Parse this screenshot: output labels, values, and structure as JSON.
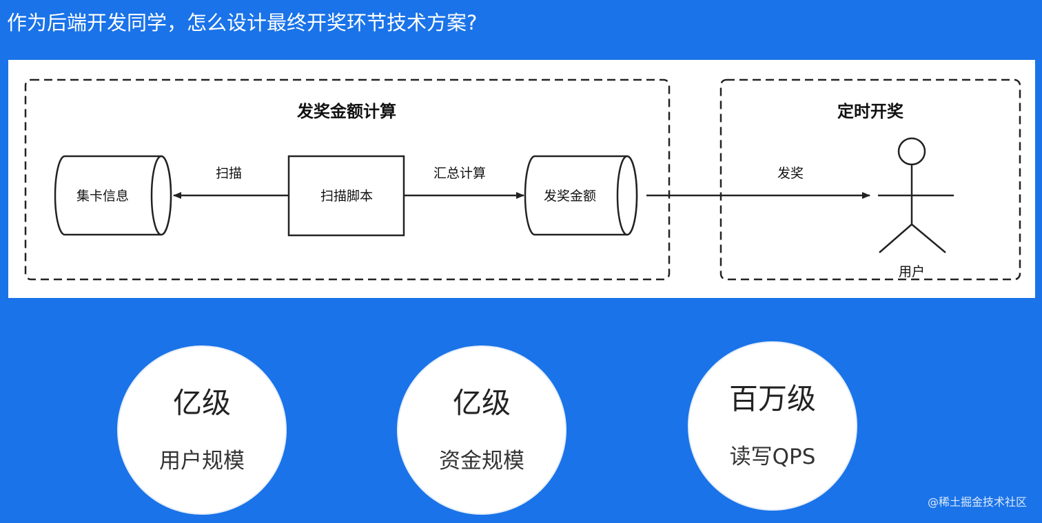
{
  "title": "作为后端开发同学，怎么设计最终开奖环节技术方案?",
  "diagram": {
    "groups": {
      "calc": "发奖金额计算",
      "draw": "定时开奖"
    },
    "nodes": {
      "card_info": "集卡信息",
      "scan_script": "扫描脚本",
      "prize_amount": "发奖金额",
      "user": "用户"
    },
    "edges": {
      "scan": "扫描",
      "aggregate": "汇总计算",
      "award": "发奖"
    }
  },
  "metrics": [
    {
      "value": "亿级",
      "label": "用户规模"
    },
    {
      "value": "亿级",
      "label": "资金规模"
    },
    {
      "value": "百万级",
      "label": "读写QPS"
    }
  ],
  "credit": "@稀土掘金技术社区"
}
